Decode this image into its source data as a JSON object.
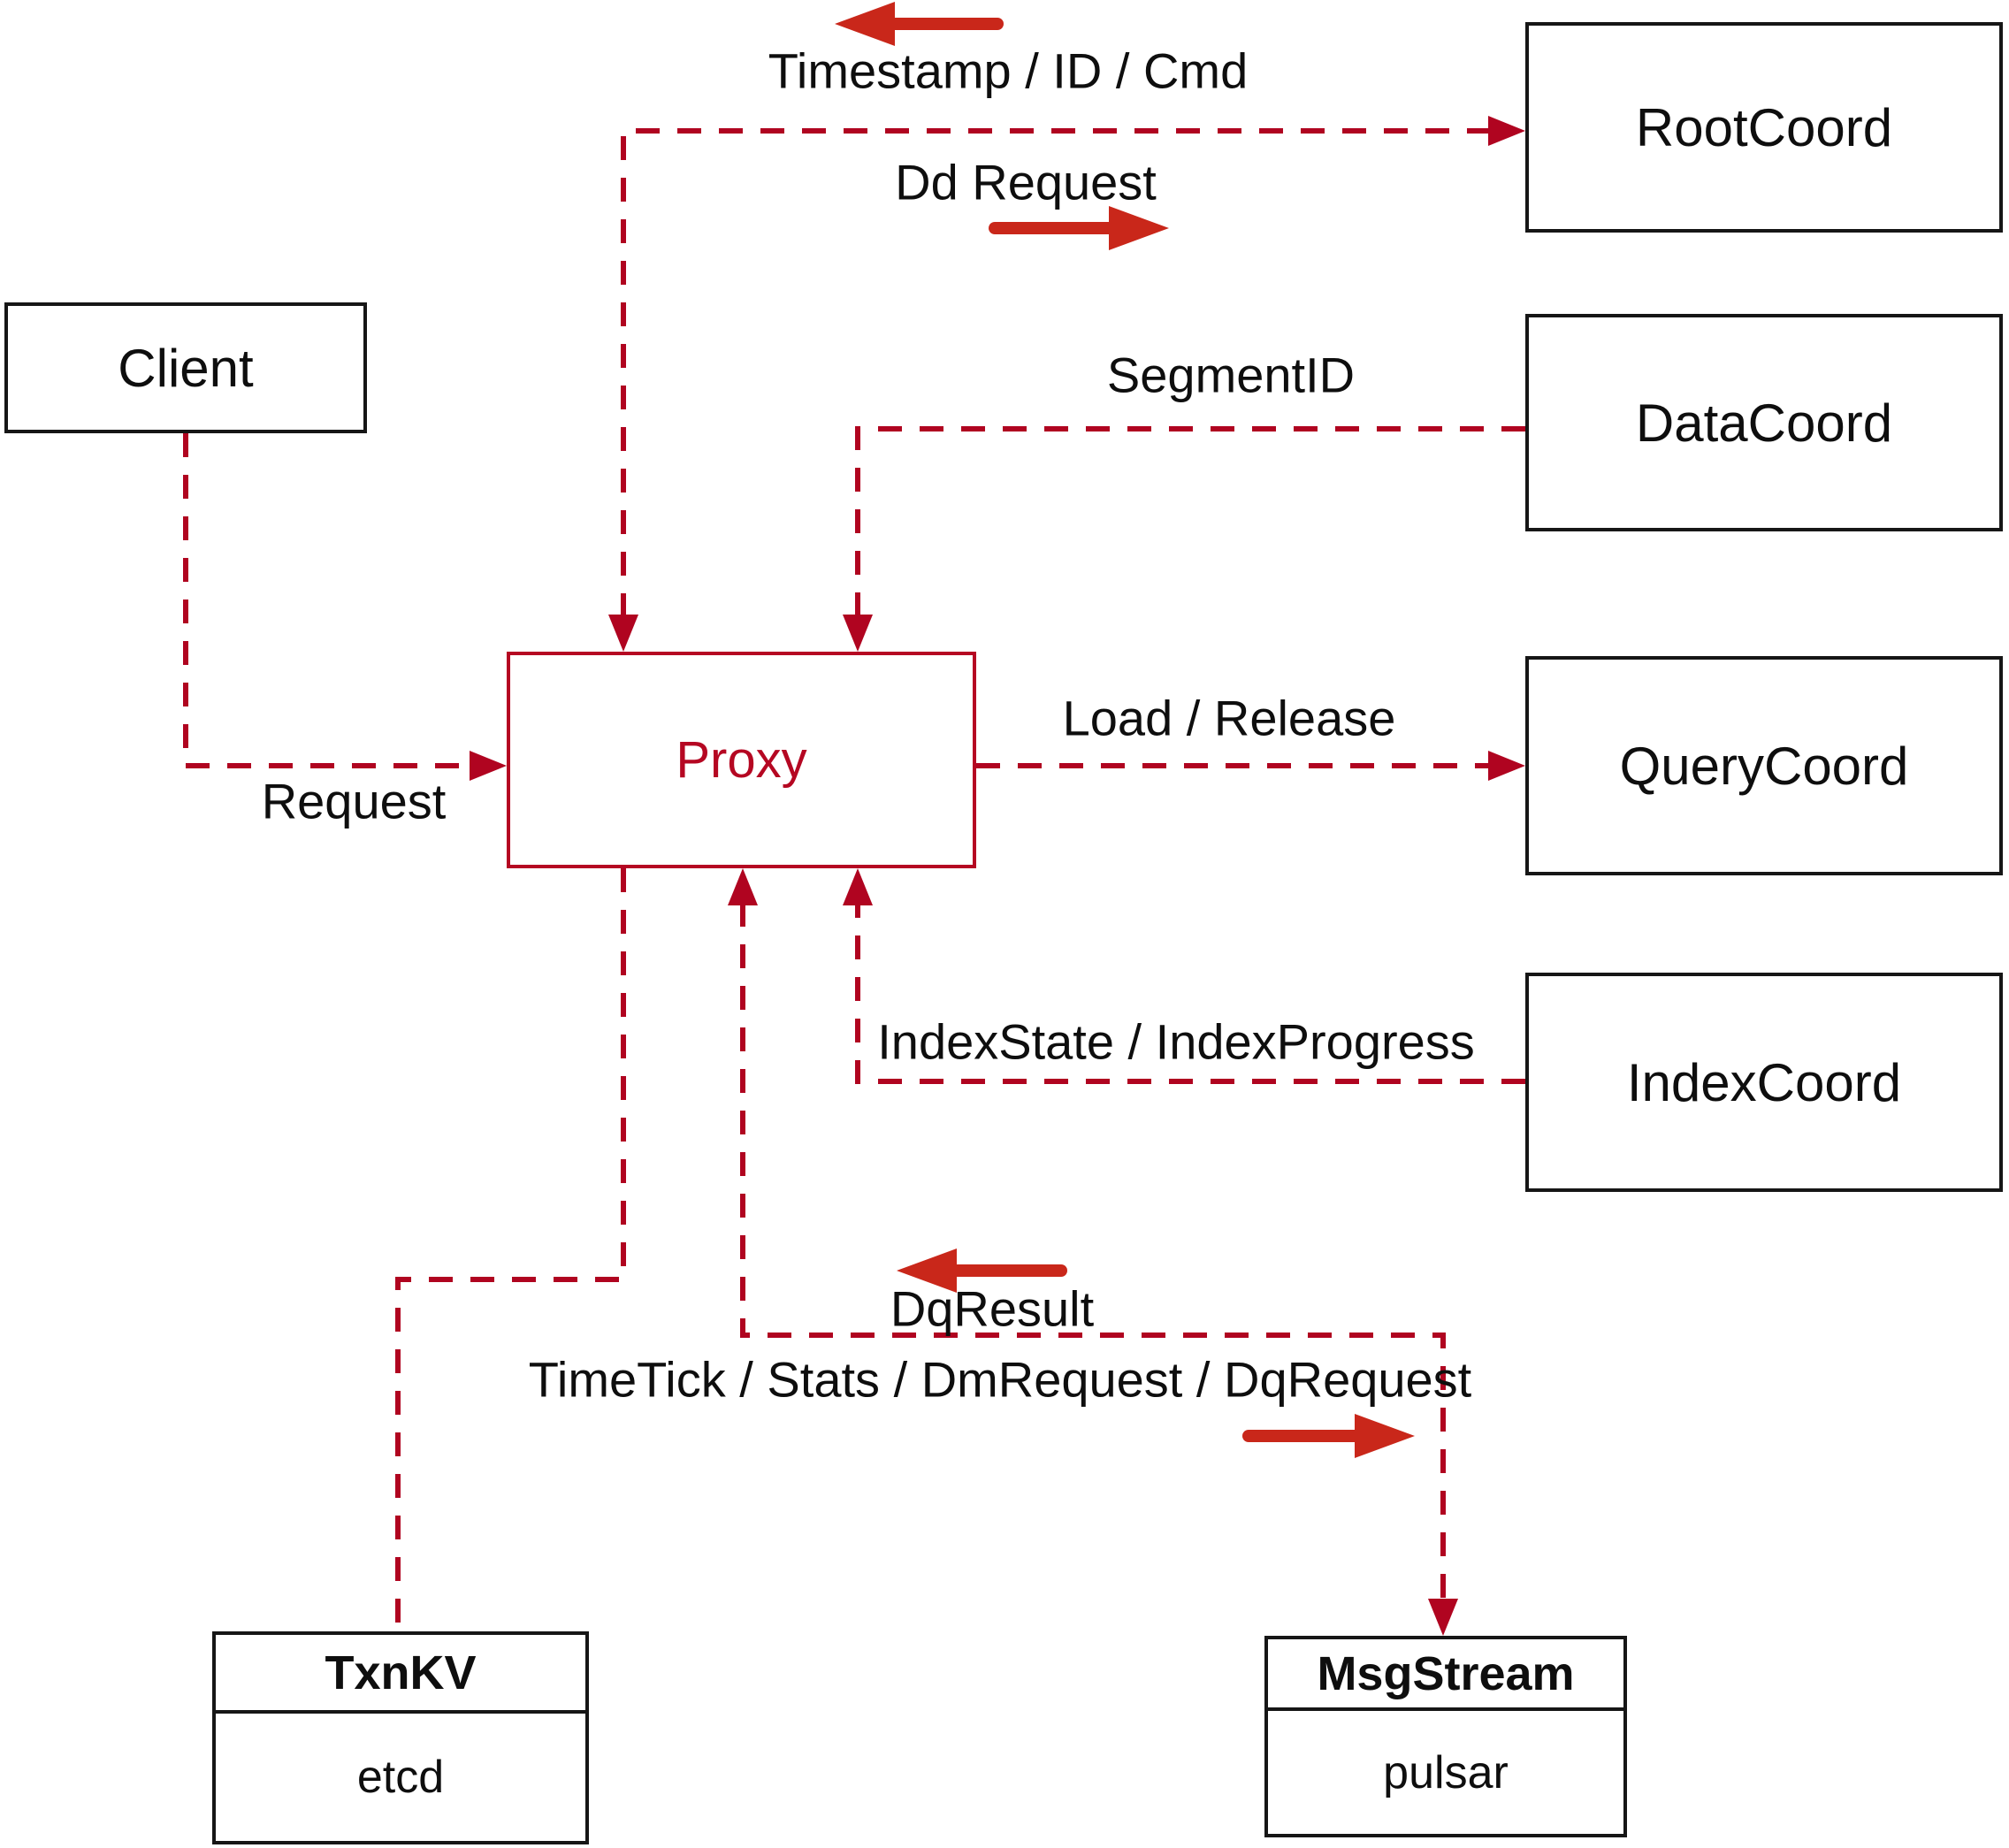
{
  "diagram": {
    "title": "Proxy interaction diagram",
    "nodes": {
      "client": {
        "label": "Client"
      },
      "root_coord": {
        "label": "RootCoord"
      },
      "data_coord": {
        "label": "DataCoord"
      },
      "query_coord": {
        "label": "QueryCoord"
      },
      "index_coord": {
        "label": "IndexCoord"
      },
      "proxy": {
        "label": "Proxy"
      },
      "txn_kv": {
        "title": "TxnKV",
        "impl": "etcd"
      },
      "msg_stream": {
        "title": "MsgStream",
        "impl": "pulsar"
      }
    },
    "edge_labels": {
      "timestamp_cmd": "Timestamp / ID / Cmd",
      "dd_request": "Dd Request",
      "segment_id": "SegmentID",
      "load_release": "Load / Release",
      "index_state": "IndexState / IndexProgress",
      "request": "Request",
      "dq_result": "DqResult",
      "time_tick": "TimeTick / Stats / DmRequest / DqRequest"
    },
    "direction_icons": {
      "timestamp_cmd": "arrow-left-icon",
      "dd_request": "arrow-right-icon",
      "dq_result": "arrow-left-icon",
      "time_tick": "arrow-right-icon"
    },
    "colors": {
      "background": "#ffffff",
      "box_border": "#161616",
      "text": "#0e0e0e",
      "dashed_line": "#b00420",
      "solid_arrow": "#c9271a",
      "proxy_accent": "#b50722"
    }
  }
}
